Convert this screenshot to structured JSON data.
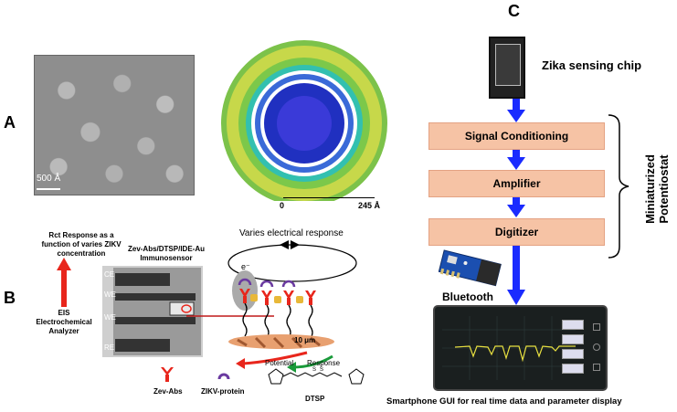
{
  "panels": {
    "a": "A",
    "b": "B",
    "c": "C"
  },
  "panel_a": {
    "scale_bar": "500 Å",
    "axis_start": "0",
    "axis_end": "245 Å"
  },
  "panel_b": {
    "rct_text": [
      "Rct Response as a",
      "function of varies ZIKV",
      "concentration"
    ],
    "eis_text": [
      "EIS",
      "Electrochemical",
      "Analyzer"
    ],
    "sensor_text": [
      "Zev-Abs/DTSP/IDE-Au",
      "Immunosensor"
    ],
    "electrodes": [
      "CE",
      "WE",
      "WE",
      "RE"
    ],
    "varies_response": "Varies electrical response",
    "electron": "e⁻",
    "scale": "10 μm",
    "potential": "Potential",
    "response": "Response",
    "legend_zev": "Zev-Abs",
    "legend_zikv": "ZIKV-protein",
    "legend_dtsp": "DTSP",
    "colors": {
      "red": "#e8261c",
      "purple": "#6a3aa0",
      "green": "#1a9a3a",
      "gold": "#e8b838"
    }
  },
  "panel_c": {
    "chip_label": "Zika sensing chip",
    "steps": [
      "Signal Conditioning",
      "Amplifier",
      "Digitizer"
    ],
    "bracket_label": [
      "Miniaturized",
      "Potentiostat"
    ],
    "bluetooth": "Bluetooth",
    "phone_caption": "Smartphone GUI for real time data and parameter display",
    "colors": {
      "arrow": "#1a2bff",
      "box": "#f6c3a5",
      "trace": "#e8e040"
    }
  }
}
